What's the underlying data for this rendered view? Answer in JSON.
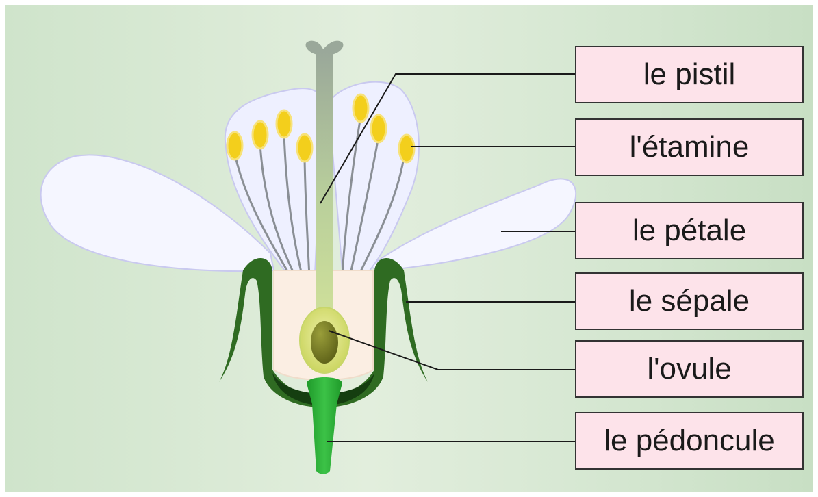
{
  "diagram": {
    "labels": [
      {
        "id": "pistil",
        "text": "le pistil"
      },
      {
        "id": "etamine",
        "text": "l'étamine"
      },
      {
        "id": "petale",
        "text": "le pétale"
      },
      {
        "id": "sepale",
        "text": "le sépale"
      },
      {
        "id": "ovule",
        "text": "l'ovule"
      },
      {
        "id": "pedoncule",
        "text": "le pédoncule"
      }
    ],
    "colors": {
      "background": "#d7e8d3",
      "label_fill": "#fde3ea",
      "petal": "#f4f6ff",
      "sepal": "#2f6b22",
      "receptacle": "#fbeee3",
      "anther": "#f2cc1b",
      "pistil": "#9fb59c",
      "ovary": "#d3dc5e",
      "ovule": "#6f7322",
      "peduncle": "#2cb136"
    }
  }
}
